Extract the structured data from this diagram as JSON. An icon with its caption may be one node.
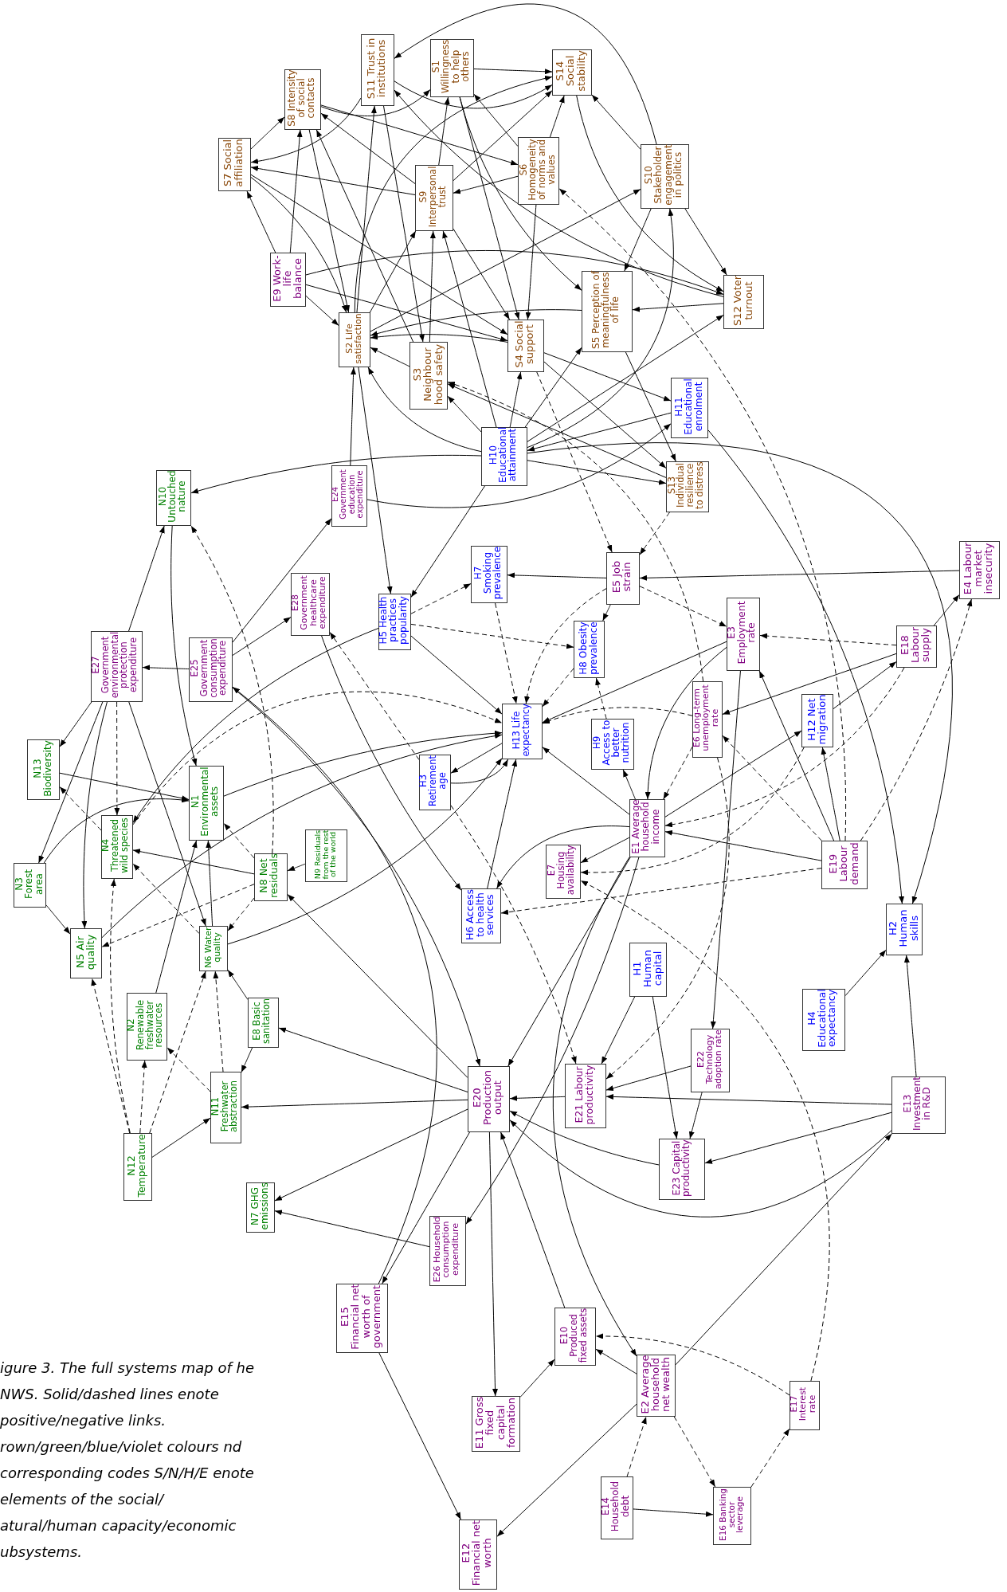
{
  "diagram": {
    "caption": "igure 3. The full systems map of he NWS. Solid/dashed lines enote positive/negative links. rown/green/blue/violet colours nd corresponding codes S/N/H/E enote elements of the social/ atural/human capacity/economic ubsystems.",
    "nodes": [
      {
        "text": [
          "S11 Trust in institutions"
        ]
      },
      {
        "text": [
          "S1 Willingness to help others"
        ]
      },
      {
        "text": [
          "S14 Social stability"
        ]
      },
      {
        "text": [
          "S8 Intensity of social contacts"
        ]
      },
      {
        "text": [
          "S6 Homogeneity of norms and values"
        ]
      },
      {
        "text": [
          "S7 Social affiliation"
        ]
      },
      {
        "text": [
          "S10 Stakeholder engagement in politics"
        ]
      },
      {
        "text": [
          "S9 Interpersonal trust"
        ]
      },
      {
        "text": [
          "E9 Work-life balance"
        ]
      },
      {
        "text": [
          "S5 Perception of meaningfulness of life"
        ]
      },
      {
        "text": [
          "S12 Voter turnout"
        ]
      },
      {
        "text": [
          "S2 Life satisfaction"
        ]
      },
      {
        "text": [
          "S4 Social support"
        ]
      },
      {
        "text": [
          "S3 Neighbour hood safety"
        ]
      },
      {
        "text": [
          "H11 Educational enrolment"
        ]
      },
      {
        "text": [
          "H10 Educational attainment"
        ]
      },
      {
        "text": [
          "S13 Individual resilience to distress"
        ]
      },
      {
        "text": [
          "E24 Government education expenditure"
        ]
      },
      {
        "text": [
          "N10 Untouched nature"
        ]
      },
      {
        "text": [
          "E4 Labour market insecurity"
        ]
      },
      {
        "text": [
          "H7 Smoking prevalence"
        ]
      },
      {
        "text": [
          "E5 Job strain"
        ]
      },
      {
        "text": [
          "E28 Government healthcare expenditure"
        ]
      },
      {
        "text": [
          "H5 Health practices popularity"
        ]
      },
      {
        "text": [
          "E3 Employment rate"
        ]
      },
      {
        "text": [
          "H8 Obesity prevalence"
        ]
      },
      {
        "text": [
          "E18 Labour supply"
        ]
      },
      {
        "text": [
          "E27 Government environmental protection expenditure"
        ]
      },
      {
        "text": [
          "E25 Government consumption expenditure"
        ]
      },
      {
        "text": [
          "E6 Long-term unemployment rate"
        ]
      },
      {
        "text": [
          "H12 Net migration"
        ]
      },
      {
        "text": [
          "H13 Life expectancy"
        ]
      },
      {
        "text": [
          "H9 Access to better nutrition"
        ]
      },
      {
        "text": [
          "N13 Biodiversity"
        ]
      },
      {
        "text": [
          "H3 Retirement age"
        ]
      },
      {
        "text": [
          "N1 Environmental assets"
        ]
      },
      {
        "text": [
          "E1 Average household income"
        ]
      },
      {
        "text": [
          "N4 Threatened wild species"
        ]
      },
      {
        "text": [
          "N9 Residuals from the rest of the world"
        ]
      },
      {
        "text": [
          "E19 Labour demand"
        ]
      },
      {
        "text": [
          "E7 Housing availability"
        ]
      },
      {
        "text": [
          "N8 Net residuals"
        ]
      },
      {
        "text": [
          "N3 Forest area"
        ]
      },
      {
        "text": [
          "H6 Access to health services"
        ]
      },
      {
        "text": [
          "H2 Human skills"
        ]
      },
      {
        "text": [
          "N6 Water quality"
        ]
      },
      {
        "text": [
          "N5 Air quality"
        ]
      },
      {
        "text": [
          "H1 Human capital"
        ]
      },
      {
        "text": [
          "H4 Educational expectancy"
        ]
      },
      {
        "text": [
          "N2 Renewable freshwater resources"
        ]
      },
      {
        "text": [
          "E8 Basic sanitation"
        ]
      },
      {
        "text": [
          "E22 Technology adoption rate"
        ]
      },
      {
        "text": [
          "E21 Labour productivity"
        ]
      },
      {
        "text": [
          "E20 Production output"
        ]
      },
      {
        "text": [
          "N11 Freshwater abstraction"
        ]
      },
      {
        "text": [
          "E13 Investment in R&D"
        ]
      },
      {
        "text": [
          "N12 Temperature"
        ]
      },
      {
        "text": [
          "E23 Capital productivity"
        ]
      },
      {
        "text": [
          "N7 GHG emissions"
        ]
      },
      {
        "text": [
          "E26 Household consumption expenditure"
        ]
      },
      {
        "text": [
          "E15 Financial net worth of government"
        ]
      },
      {
        "text": [
          "E10 Produced fixed assets"
        ]
      },
      {
        "text": [
          "E2 Average household net wealth"
        ]
      },
      {
        "text": [
          "E17 Interest rate"
        ]
      },
      {
        "text": [
          "E11 Gross fixed capital formation"
        ]
      },
      {
        "text": [
          "E14 Household debt"
        ]
      },
      {
        "text": [
          "E16 Banking sector leverage"
        ]
      },
      {
        "text": [
          "E12 Financial net worth"
        ]
      }
    ],
    "edges": [
      {
        "from": 0,
        "to": 5,
        "arrow": "to"
      },
      {
        "from": 0,
        "to": 2,
        "arrow": "to"
      },
      {
        "from": 0,
        "to": 13,
        "arrow": "to"
      },
      {
        "from": 6,
        "to": 0,
        "arrow": "to"
      },
      {
        "from": 10,
        "to": 0,
        "arrow": "to"
      },
      {
        "from": 1,
        "to": 2,
        "arrow": "to"
      },
      {
        "from": 1,
        "to": 12,
        "arrow": "to"
      },
      {
        "from": 1,
        "to": 9,
        "arrow": "to"
      },
      {
        "from": 7,
        "to": 1,
        "arrow": "to"
      },
      {
        "from": 3,
        "to": 1,
        "arrow": "to"
      },
      {
        "from": 4,
        "to": 1,
        "arrow": "to"
      },
      {
        "from": 3,
        "to": 4,
        "arrow": "to"
      },
      {
        "from": 3,
        "to": 11,
        "arrow": "to"
      },
      {
        "from": 7,
        "to": 3,
        "arrow": "to"
      },
      {
        "from": 13,
        "to": 3,
        "arrow": "to"
      },
      {
        "from": 5,
        "to": 3,
        "arrow": "to"
      },
      {
        "from": 8,
        "to": 3,
        "arrow": "to"
      },
      {
        "from": 7,
        "to": 5,
        "arrow": "to"
      },
      {
        "from": 8,
        "to": 5,
        "arrow": "to"
      },
      {
        "from": 5,
        "to": 11,
        "arrow": "to"
      },
      {
        "from": 5,
        "to": 12,
        "arrow": "to"
      },
      {
        "from": 4,
        "to": 2,
        "arrow": "to"
      },
      {
        "from": 4,
        "to": 7,
        "arrow": "to"
      },
      {
        "from": 4,
        "to": 12,
        "arrow": "to"
      },
      {
        "from": 6,
        "to": 2,
        "arrow": "to"
      },
      {
        "from": 6,
        "to": 10,
        "arrow": "to"
      },
      {
        "from": 6,
        "to": 9,
        "arrow": "to"
      },
      {
        "from": 2,
        "to": 10,
        "arrow": "to"
      },
      {
        "from": 7,
        "to": 2,
        "arrow": "to"
      },
      {
        "from": 11,
        "to": 2,
        "arrow": "to"
      },
      {
        "from": 7,
        "to": 12,
        "arrow": "to"
      },
      {
        "from": 13,
        "to": 7,
        "arrow": "to"
      },
      {
        "from": 11,
        "to": 7,
        "arrow": "to"
      },
      {
        "from": 15,
        "to": 7,
        "arrow": "to"
      },
      {
        "from": 11,
        "to": 0,
        "arrow": "to"
      },
      {
        "from": 11,
        "to": 6,
        "arrow": "to"
      },
      {
        "from": 9,
        "to": 11,
        "arrow": "to"
      },
      {
        "from": 12,
        "to": 11,
        "arrow": "to"
      },
      {
        "from": 13,
        "to": 11,
        "arrow": "to"
      },
      {
        "from": 8,
        "to": 11,
        "arrow": "to"
      },
      {
        "from": 15,
        "to": 11,
        "arrow": "to"
      },
      {
        "from": 17,
        "to": 11,
        "arrow": "to"
      },
      {
        "from": 10,
        "to": 9,
        "arrow": "to"
      },
      {
        "from": 8,
        "to": 12,
        "arrow": "to"
      },
      {
        "from": 8,
        "to": 10,
        "arrow": "to"
      },
      {
        "from": 12,
        "to": 14,
        "arrow": "to"
      },
      {
        "from": 12,
        "to": 16,
        "arrow": "to"
      },
      {
        "from": 9,
        "to": 16,
        "arrow": "to"
      },
      {
        "from": 15,
        "to": 9,
        "arrow": "to"
      },
      {
        "from": 15,
        "to": 12,
        "arrow": "to"
      },
      {
        "from": 15,
        "to": 13,
        "arrow": "to"
      },
      {
        "from": 15,
        "to": 10,
        "arrow": "to"
      },
      {
        "from": 15,
        "to": 6,
        "arrow": "to"
      },
      {
        "from": 15,
        "to": 16,
        "arrow": "to"
      },
      {
        "from": 14,
        "to": 15,
        "arrow": "to"
      },
      {
        "from": 16,
        "to": 13,
        "arrow": "to"
      },
      {
        "from": 29,
        "to": 13,
        "arrow": "to",
        "style": "dashed"
      },
      {
        "from": 39,
        "to": 4,
        "arrow": "to",
        "style": "dashed"
      },
      {
        "from": 21,
        "to": 20,
        "arrow": "to"
      },
      {
        "from": 21,
        "to": 25,
        "arrow": "to"
      },
      {
        "from": 21,
        "to": 31,
        "arrow": "to",
        "style": "dashed"
      },
      {
        "from": 21,
        "to": 24,
        "arrow": "to",
        "style": "dashed"
      },
      {
        "from": 16,
        "to": 21,
        "arrow": "to",
        "style": "dashed"
      },
      {
        "from": 12,
        "to": 21,
        "arrow": "to",
        "style": "dashed"
      },
      {
        "from": 15,
        "to": 23,
        "arrow": "to"
      },
      {
        "from": 11,
        "to": 23,
        "arrow": "to"
      },
      {
        "from": 23,
        "to": 20,
        "arrow": "to",
        "style": "dashed"
      },
      {
        "from": 23,
        "to": 25,
        "arrow": "to",
        "style": "dashed"
      },
      {
        "from": 23,
        "to": 31,
        "arrow": "to"
      },
      {
        "from": 20,
        "to": 31,
        "arrow": "to",
        "style": "dashed"
      },
      {
        "from": 25,
        "to": 31,
        "arrow": "to",
        "style": "dashed"
      },
      {
        "from": 32,
        "to": 25,
        "arrow": "to",
        "style": "dashed"
      },
      {
        "from": 36,
        "to": 31,
        "arrow": "to"
      },
      {
        "from": 36,
        "to": 32,
        "arrow": "to"
      },
      {
        "from": 36,
        "to": 40,
        "arrow": "to"
      },
      {
        "from": 24,
        "to": 36,
        "arrow": "to"
      },
      {
        "from": 36,
        "to": 30,
        "arrow": "to"
      },
      {
        "from": 29,
        "to": 36,
        "arrow": "to",
        "style": "dashed"
      },
      {
        "from": 26,
        "to": 36,
        "arrow": "to",
        "style": "dashed"
      },
      {
        "from": 39,
        "to": 36,
        "arrow": "to"
      },
      {
        "from": 39,
        "to": 29,
        "arrow": "to",
        "style": "dashed"
      },
      {
        "from": 26,
        "to": 24,
        "arrow": "to",
        "style": "dashed"
      },
      {
        "from": 39,
        "to": 24,
        "arrow": "to"
      },
      {
        "from": 26,
        "to": 19,
        "arrow": "to"
      },
      {
        "from": 19,
        "to": 21,
        "arrow": "to"
      },
      {
        "from": 39,
        "to": 19,
        "arrow": "to",
        "style": "dashed"
      },
      {
        "from": 26,
        "to": 29,
        "arrow": "to"
      },
      {
        "from": 30,
        "to": 26,
        "arrow": "to"
      },
      {
        "from": 39,
        "to": 30,
        "arrow": "to"
      },
      {
        "from": 30,
        "to": 40,
        "arrow": "to",
        "style": "dashed"
      },
      {
        "from": 29,
        "to": 31,
        "arrow": "to",
        "style": "dashed"
      },
      {
        "from": 24,
        "to": 31,
        "arrow": "to"
      },
      {
        "from": 15,
        "to": 44,
        "arrow": "to"
      },
      {
        "from": 14,
        "to": 44,
        "arrow": "to"
      },
      {
        "from": 36,
        "to": 43,
        "arrow": "to"
      },
      {
        "from": 39,
        "to": 43,
        "arrow": "to",
        "style": "dashed"
      },
      {
        "from": 43,
        "to": 31,
        "arrow": "to"
      },
      {
        "from": 22,
        "to": 43,
        "arrow": "to"
      },
      {
        "from": 34,
        "to": 22,
        "arrow": "to",
        "style": "dashed"
      },
      {
        "from": 31,
        "to": 34,
        "arrow": "to"
      },
      {
        "from": 34,
        "to": 31,
        "arrow": "to"
      },
      {
        "from": 34,
        "to": 52,
        "arrow": "to",
        "style": "dashed"
      },
      {
        "from": 63,
        "to": 40,
        "arrow": "to",
        "style": "dashed"
      },
      {
        "from": 15,
        "to": 18,
        "arrow": "to"
      },
      {
        "from": 17,
        "to": 14,
        "arrow": "to"
      },
      {
        "from": 28,
        "to": 27,
        "arrow": "to"
      },
      {
        "from": 28,
        "to": 22,
        "arrow": "to"
      },
      {
        "from": 28,
        "to": 17,
        "arrow": "to"
      },
      {
        "from": 28,
        "to": 53,
        "arrow": "to"
      },
      {
        "from": 60,
        "to": 28,
        "arrow": "to"
      },
      {
        "from": 27,
        "to": 33,
        "arrow": "to"
      },
      {
        "from": 27,
        "to": 42,
        "arrow": "to"
      },
      {
        "from": 27,
        "to": 46,
        "arrow": "to"
      },
      {
        "from": 27,
        "to": 37,
        "arrow": "to",
        "style": "dashed"
      },
      {
        "from": 27,
        "to": 45,
        "arrow": "to"
      },
      {
        "from": 27,
        "to": 18,
        "arrow": "to"
      },
      {
        "from": 33,
        "to": 35,
        "arrow": "to"
      },
      {
        "from": 37,
        "to": 33,
        "arrow": "to",
        "style": "dashed"
      },
      {
        "from": 41,
        "to": 37,
        "arrow": "to"
      },
      {
        "from": 41,
        "to": 35,
        "arrow": "to",
        "style": "dashed"
      },
      {
        "from": 41,
        "to": 45,
        "arrow": "to",
        "style": "dashed"
      },
      {
        "from": 41,
        "to": 46,
        "arrow": "to",
        "style": "dashed"
      },
      {
        "from": 38,
        "to": 41,
        "arrow": "to"
      },
      {
        "from": 41,
        "to": 18,
        "arrow": "to",
        "style": "dashed"
      },
      {
        "from": 18,
        "to": 35,
        "arrow": "to"
      },
      {
        "from": 45,
        "to": 35,
        "arrow": "to"
      },
      {
        "from": 45,
        "to": 37,
        "arrow": "to",
        "style": "dashed"
      },
      {
        "from": 37,
        "to": 31,
        "arrow": "to",
        "style": "dashed"
      },
      {
        "from": 23,
        "to": 37,
        "arrow": "to"
      },
      {
        "from": 46,
        "to": 31,
        "arrow": "to"
      },
      {
        "from": 45,
        "to": 31,
        "arrow": "to"
      },
      {
        "from": 35,
        "to": 31,
        "arrow": "to"
      },
      {
        "from": 42,
        "to": 46,
        "arrow": "to"
      },
      {
        "from": 42,
        "to": 35,
        "arrow": "to"
      },
      {
        "from": 56,
        "to": 54,
        "arrow": "to"
      },
      {
        "from": 56,
        "to": 46,
        "arrow": "to",
        "style": "dashed"
      },
      {
        "from": 56,
        "to": 49,
        "arrow": "to",
        "style": "dashed"
      },
      {
        "from": 56,
        "to": 45,
        "arrow": "to",
        "style": "dashed"
      },
      {
        "from": 56,
        "to": 37,
        "arrow": "to",
        "style": "dashed"
      },
      {
        "from": 54,
        "to": 49,
        "arrow": "to",
        "style": "dashed"
      },
      {
        "from": 54,
        "to": 45,
        "arrow": "to",
        "style": "dashed"
      },
      {
        "from": 49,
        "to": 35,
        "arrow": "to"
      },
      {
        "from": 50,
        "to": 45,
        "arrow": "to"
      },
      {
        "from": 50,
        "to": 54,
        "arrow": "to"
      },
      {
        "from": 53,
        "to": 50,
        "arrow": "to"
      },
      {
        "from": 53,
        "to": 54,
        "arrow": "to"
      },
      {
        "from": 53,
        "to": 58,
        "arrow": "to"
      },
      {
        "from": 53,
        "to": 60,
        "arrow": "to"
      },
      {
        "from": 53,
        "to": 64,
        "arrow": "to"
      },
      {
        "from": 36,
        "to": 59,
        "arrow": "to"
      },
      {
        "from": 59,
        "to": 58,
        "arrow": "to"
      },
      {
        "from": 60,
        "to": 67,
        "arrow": "to"
      },
      {
        "from": 53,
        "to": 41,
        "arrow": "to"
      },
      {
        "from": 65,
        "to": 66,
        "arrow": "to"
      },
      {
        "from": 65,
        "to": 62,
        "arrow": "to",
        "style": "dashed"
      },
      {
        "from": 62,
        "to": 66,
        "arrow": "to",
        "style": "dashed"
      },
      {
        "from": 66,
        "to": 63,
        "arrow": "to",
        "style": "dashed"
      },
      {
        "from": 63,
        "to": 61,
        "arrow": "to",
        "style": "dashed"
      },
      {
        "from": 62,
        "to": 61,
        "arrow": "to"
      },
      {
        "from": 64,
        "to": 61,
        "arrow": "to"
      },
      {
        "from": 61,
        "to": 53,
        "arrow": "to"
      },
      {
        "from": 62,
        "to": 67,
        "arrow": "to"
      },
      {
        "from": 62,
        "to": 55,
        "arrow": "to"
      },
      {
        "from": 36,
        "to": 62,
        "arrow": "to"
      },
      {
        "from": 55,
        "to": 57,
        "arrow": "to"
      },
      {
        "from": 55,
        "to": 53,
        "arrow": "to"
      },
      {
        "from": 55,
        "to": 52,
        "arrow": "to"
      },
      {
        "from": 57,
        "to": 53,
        "arrow": "to"
      },
      {
        "from": 52,
        "to": 53,
        "arrow": "to"
      },
      {
        "from": 55,
        "to": 44,
        "arrow": "to"
      },
      {
        "from": 48,
        "to": 44,
        "arrow": "to"
      },
      {
        "from": 47,
        "to": 52,
        "arrow": "to"
      },
      {
        "from": 47,
        "to": 57,
        "arrow": "to"
      },
      {
        "from": 51,
        "to": 52,
        "arrow": "to"
      },
      {
        "from": 51,
        "to": 57,
        "arrow": "to"
      },
      {
        "from": 29,
        "to": 52,
        "arrow": "to",
        "style": "dashed"
      },
      {
        "from": 24,
        "to": 51,
        "arrow": "to"
      },
      {
        "from": 36,
        "to": 53,
        "arrow": "to"
      }
    ]
  }
}
